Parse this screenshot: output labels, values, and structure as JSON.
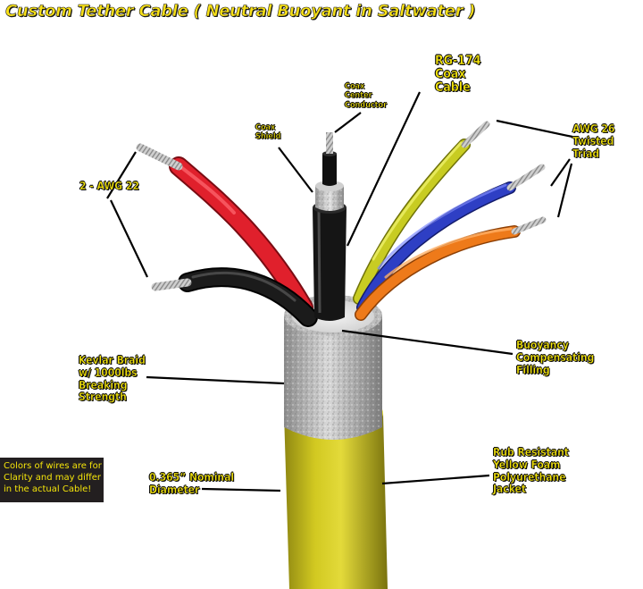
{
  "title": "Custom Tether Cable ( Neutral Buoyant in Saltwater )",
  "labels": {
    "coax_center_conductor": [
      "Coax",
      "Center",
      "Conductor"
    ],
    "rg174": [
      "RG-174",
      "Coax",
      "Cable"
    ],
    "coax_shield": [
      "Coax",
      "Shield"
    ],
    "awg26": [
      "AWG 26",
      "Twisted",
      "Triad"
    ],
    "awg22": [
      "2 - AWG 22"
    ],
    "kevlar": [
      "Kevlar Braid",
      "w/ 1000lbs",
      "Breaking",
      "Strength"
    ],
    "buoyancy": [
      "Buoyancy",
      "Compensating",
      "Filling"
    ],
    "diameter": [
      "0.365” Nominal",
      "Diameter"
    ],
    "jacket": [
      "Rub Resistant",
      "Yellow Foam",
      "Polyurethane",
      "Jacket"
    ]
  },
  "note": [
    "Colors of wires are for",
    "Clarity and may differ",
    "in the actual Cable!"
  ],
  "colors": {
    "title_text": "#f7e017",
    "title_outline": "#1a1a1a",
    "label_text": "#f5e50a",
    "label_outline": "#111111",
    "note_bg": "#231f20",
    "note_text": "#f5e50a",
    "jacket": "#cfc61d",
    "braid": "#c9c9c9",
    "filling": "#e3e3e3",
    "wire_red": "#e0202c",
    "wire_black": "#121212",
    "wire_yellow": "#c8cc22",
    "wire_blue": "#2e3fc4",
    "wire_orange": "#ee7a1a",
    "strands": "#c4c4c4",
    "leader": "#000000"
  }
}
